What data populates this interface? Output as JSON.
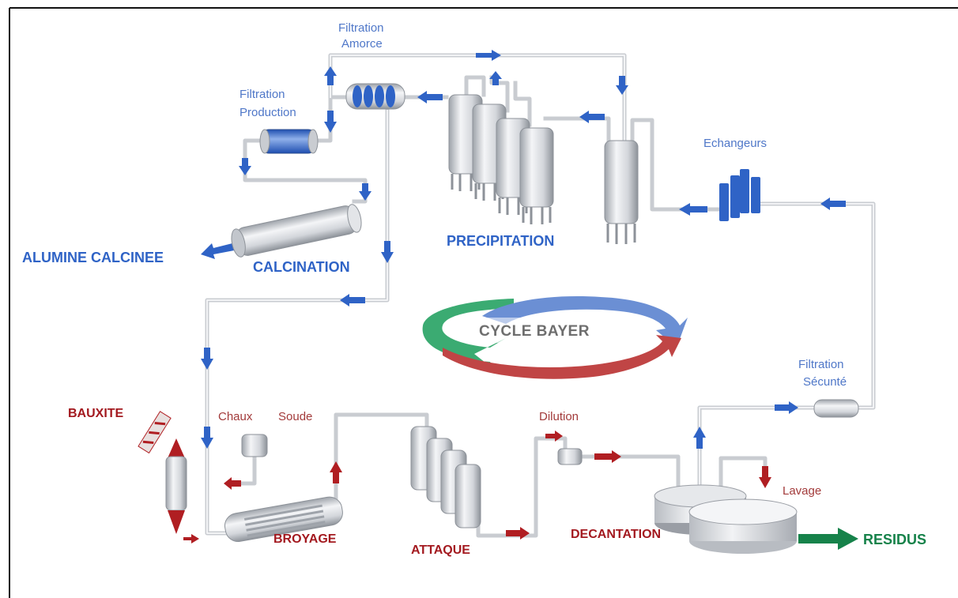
{
  "labels": {
    "filtration_amorce_1": "Filtration",
    "filtration_amorce_2": "Amorce",
    "filtration_production_1": "Filtration",
    "filtration_production_2": "Production",
    "echangeurs": "Echangeurs",
    "precipitation": "PRECIPITATION",
    "alumine_calcinee": "ALUMINE CALCINEE",
    "calcination": "CALCINATION",
    "cycle_bayer": "CYCLE BAYER",
    "filtration_securite_1": "Filtration",
    "filtration_securite_2": "Sécunté",
    "bauxite": "BAUXITE",
    "chaux": "Chaux",
    "soude": "Soude",
    "dilution": "Dilution",
    "lavage": "Lavage",
    "broyage": "BROYAGE",
    "attaque": "ATTAQUE",
    "decantation": "DECANTATION",
    "residus": "RESIDUS"
  },
  "colors": {
    "blue_flow": "#2f63c6",
    "red_flow": "#b01e22",
    "green_flow": "#16824a",
    "pipe": "#c9ccd1",
    "cycle_green": "#3bab72",
    "cycle_blue": "#6b8fd4",
    "cycle_red": "#c04545"
  }
}
